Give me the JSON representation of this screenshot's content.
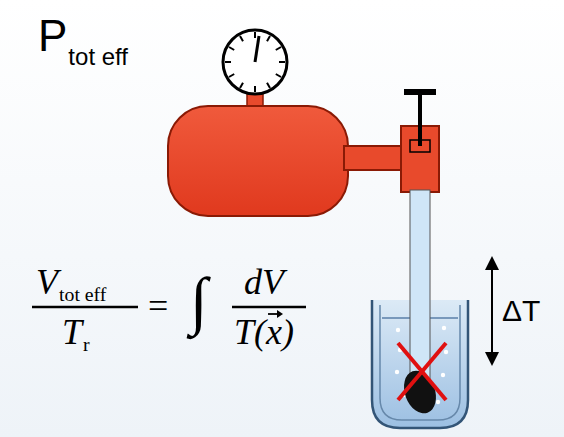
{
  "diagram": {
    "title": "P",
    "labels": [
      "tot eff",
      "V",
      "tot eff",
      "T",
      "r",
      "=",
      "∫",
      "dV",
      "T(",
      "x",
      ")",
      "ΔT"
    ]
  }
}
